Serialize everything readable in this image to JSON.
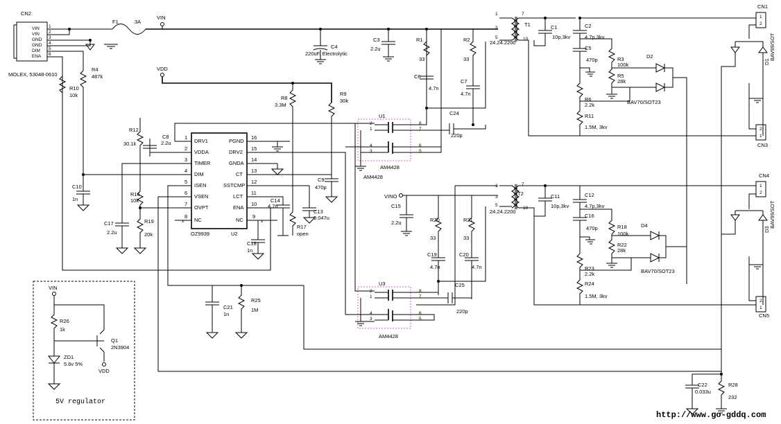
{
  "connectors": {
    "cn2": {
      "ref": "CN2",
      "model": "MOLEX, 53048-0610",
      "pins": [
        "VIN",
        "VIN",
        "GND",
        "GND",
        "DIM",
        "ENA"
      ],
      "numbers": [
        "1",
        "2",
        "3",
        "4",
        "5",
        "6"
      ]
    },
    "cn1": {
      "ref": "CN1",
      "numbers": [
        "1",
        "2"
      ]
    },
    "cn3": {
      "ref": "CN3",
      "numbers": [
        "2",
        "1"
      ]
    },
    "cn4": {
      "ref": "CN4",
      "numbers": [
        "1",
        "2"
      ]
    },
    "cn5": {
      "ref": "CN5",
      "numbers": [
        "2",
        "1"
      ]
    }
  },
  "nets": {
    "vin": "VIN",
    "vdd": "VDD",
    "vino": "VINO"
  },
  "fuse": {
    "ref": "F1",
    "value": "3A"
  },
  "caps": {
    "c4": {
      "ref": "C4",
      "value": "220uF, Electrolytic"
    },
    "c3": {
      "ref": "C3",
      "value": "2.2u"
    },
    "c6": {
      "ref": "C6",
      "value": "4.7n"
    },
    "c7": {
      "ref": "C7",
      "value": "4.7n"
    },
    "c1": {
      "ref": "C1",
      "value": "10p,3kv"
    },
    "c2": {
      "ref": "C2",
      "value": "4.7p,3kv"
    },
    "c5": {
      "ref": "C5",
      "value": "470p"
    },
    "c24": {
      "ref": "C24",
      "value": "220p"
    },
    "c8": {
      "ref": "C8",
      "value": "2.2u"
    },
    "c10": {
      "ref": "C10",
      "value": "1n"
    },
    "c17": {
      "ref": "C17",
      "value": "2.2u"
    },
    "c9": {
      "ref": "C9",
      "value": "470p"
    },
    "c13": {
      "ref": "C13",
      "value": "0.047u"
    },
    "c14": {
      "ref": "C14",
      "value": "4.7n"
    },
    "c18": {
      "ref": "C18",
      "value": "1n"
    },
    "c15": {
      "ref": "C15",
      "value": "2.2u"
    },
    "c19": {
      "ref": "C19",
      "value": "4.7n"
    },
    "c20": {
      "ref": "C20",
      "value": "4.7n"
    },
    "c11": {
      "ref": "C11",
      "value": "10p,3kv"
    },
    "c12": {
      "ref": "C12",
      "value": "4.7p,3kv"
    },
    "c16": {
      "ref": "C16",
      "value": "470p"
    },
    "c25": {
      "ref": "C25",
      "value": "220p"
    },
    "c21": {
      "ref": "C21",
      "value": "1n"
    },
    "c22": {
      "ref": "C22",
      "value": "0.033u"
    }
  },
  "resistors": {
    "r1": {
      "ref": "R1",
      "value": "33"
    },
    "r2": {
      "ref": "R2",
      "value": "33"
    },
    "r3": {
      "ref": "R3",
      "value": "100k"
    },
    "r5": {
      "ref": "R5",
      "value": "28k"
    },
    "r6": {
      "ref": "R6",
      "value": "2.2k"
    },
    "r11": {
      "ref": "R11",
      "value": "1.5M, 3kv"
    },
    "r4": {
      "ref": "R4",
      "value": "487k"
    },
    "r10": {
      "ref": "R10",
      "value": "10k"
    },
    "r8": {
      "ref": "R8",
      "value": "3.3M"
    },
    "r9": {
      "ref": "R9",
      "value": "30k"
    },
    "r12": {
      "ref": "R12",
      "value": "30.1k"
    },
    "r16": {
      "ref": "R16",
      "value": "10k"
    },
    "r19": {
      "ref": "R19",
      "value": "20k"
    },
    "r17": {
      "ref": "R17",
      "value": "open"
    },
    "r20": {
      "ref": "R20",
      "value": "33"
    },
    "r21": {
      "ref": "R21",
      "value": "33"
    },
    "r18": {
      "ref": "R18",
      "value": "100k"
    },
    "r22": {
      "ref": "R22",
      "value": "28k"
    },
    "r23": {
      "ref": "R23",
      "value": "2.2k"
    },
    "r24": {
      "ref": "R24",
      "value": "1.5M, 3kv"
    },
    "r25": {
      "ref": "R25",
      "value": "1M"
    },
    "r26": {
      "ref": "R26",
      "value": "1k"
    },
    "r28": {
      "ref": "R28",
      "value": "232"
    }
  },
  "transformers": {
    "t1": {
      "ref": "T1",
      "part": "24.24.2200",
      "pins": [
        "1",
        "3",
        "5",
        "7",
        "10"
      ]
    },
    "t2": {
      "ref": "T2",
      "part": "24.24.2200",
      "pins": [
        "1",
        "3",
        "5",
        "7",
        "10"
      ]
    }
  },
  "diodes": {
    "d1": {
      "ref": "D1",
      "part": "BAV99/SOT"
    },
    "d2": {
      "ref": "D2",
      "part": "BAV70/SOT23"
    },
    "d3": {
      "ref": "D3",
      "part": "BAV99/SOT"
    },
    "d4": {
      "ref": "D4",
      "part": "BAV70/SOT23"
    },
    "zd1": {
      "ref": "ZD1",
      "value": "5.6v 5%"
    }
  },
  "mosfets": {
    "u1": {
      "ref": "U1",
      "part": "AM4428",
      "pins": [
        "2",
        "1",
        "4",
        "3",
        "8",
        "7",
        "6",
        "5"
      ]
    },
    "u3": {
      "ref": "U3",
      "part": "AM4428",
      "pins": [
        "2",
        "1",
        "4",
        "3",
        "8",
        "7",
        "6",
        "5"
      ]
    }
  },
  "controller": {
    "ref": "U2",
    "part": "OZ9939",
    "left_pins": [
      {
        "num": "1",
        "name": "DRV1"
      },
      {
        "num": "2",
        "name": "VDDA"
      },
      {
        "num": "3",
        "name": "TIMER"
      },
      {
        "num": "4",
        "name": "DIM"
      },
      {
        "num": "5",
        "name": "ISEN"
      },
      {
        "num": "6",
        "name": "VSEN"
      },
      {
        "num": "7",
        "name": "OVPT"
      },
      {
        "num": "8",
        "name": "NC"
      }
    ],
    "right_pins": [
      {
        "num": "16",
        "name": "PGND"
      },
      {
        "num": "15",
        "name": "DRV2"
      },
      {
        "num": "14",
        "name": "GNDA"
      },
      {
        "num": "13",
        "name": "CT"
      },
      {
        "num": "12",
        "name": "SSTCMP"
      },
      {
        "num": "11",
        "name": "LCT"
      },
      {
        "num": "10",
        "name": "ENA"
      },
      {
        "num": "9",
        "name": "NC"
      }
    ]
  },
  "transistor": {
    "ref": "Q1",
    "part": "2N3904"
  },
  "regulator_label": "5V regulator",
  "watermark": "http://www.go-gddq.com"
}
